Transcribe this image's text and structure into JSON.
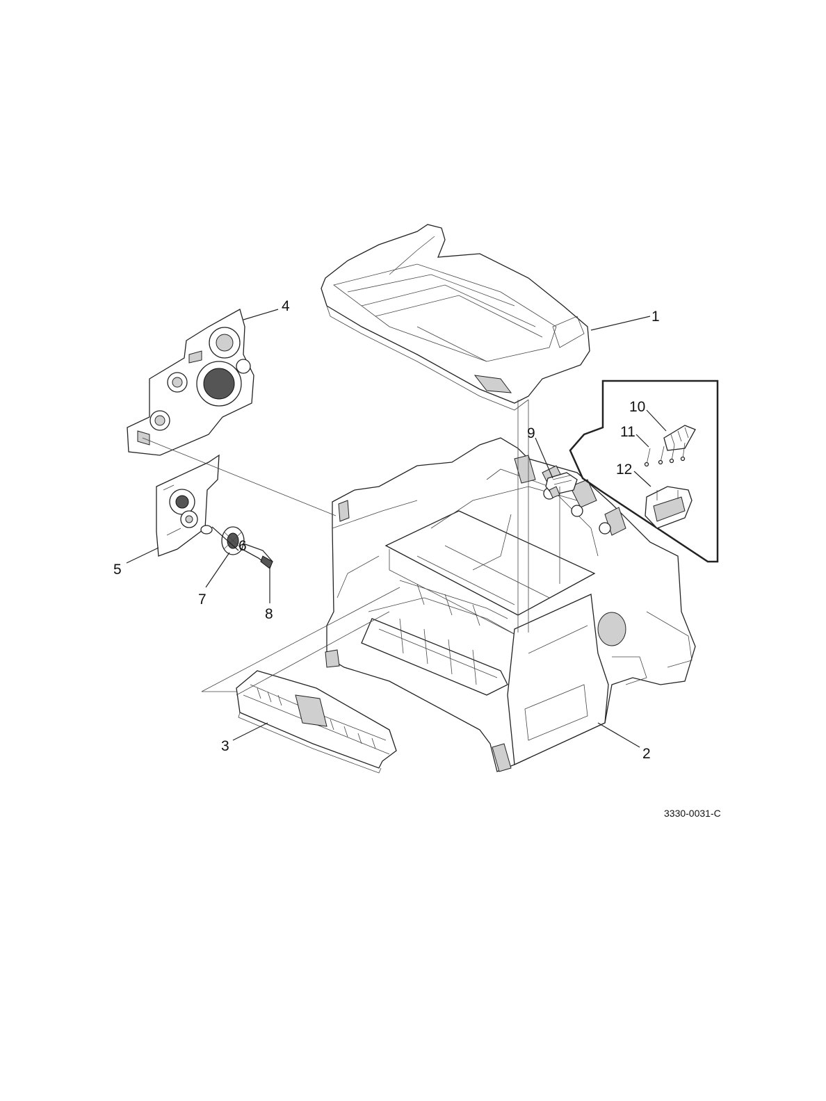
{
  "callouts": [
    "1",
    "2",
    "3",
    "4",
    "5",
    "6",
    "7",
    "8",
    "9",
    "10",
    "11",
    "12"
  ],
  "figure_reference": "3330-0031-C",
  "colors": {
    "line": "#222222",
    "background": "#ffffff"
  }
}
